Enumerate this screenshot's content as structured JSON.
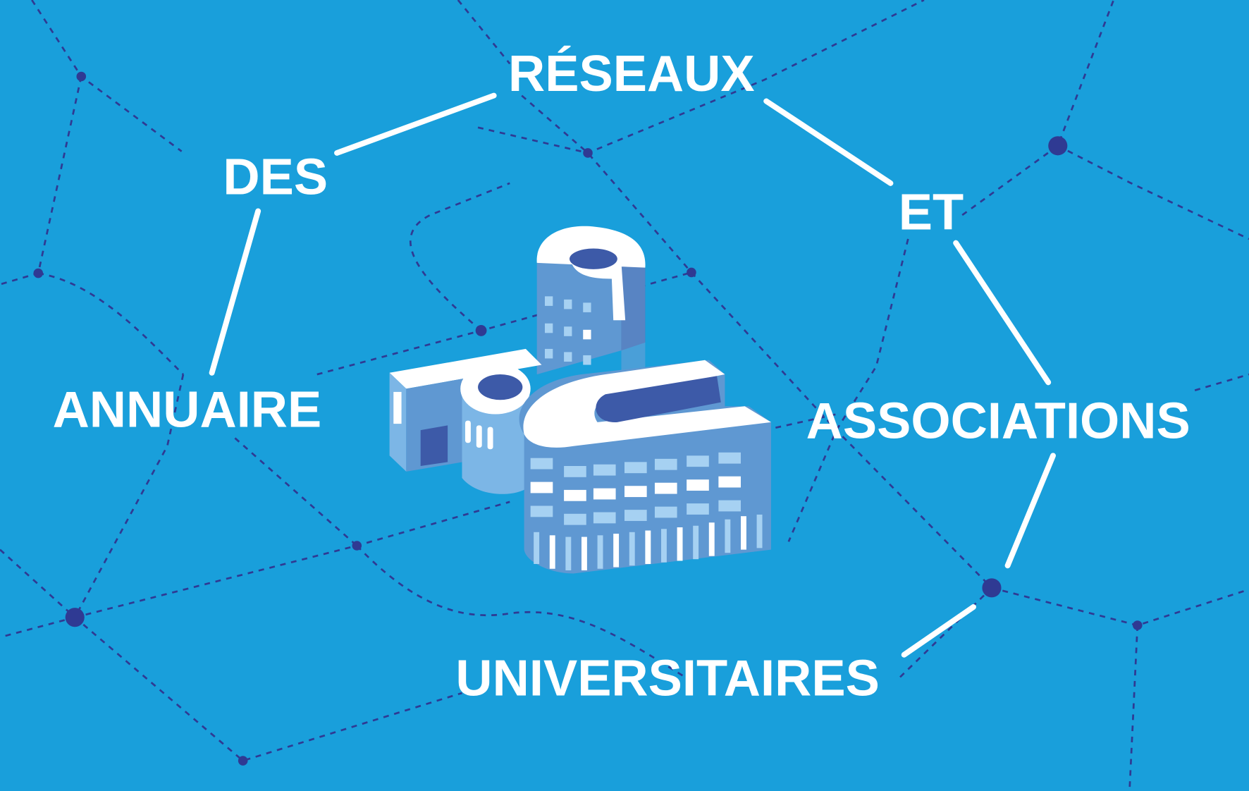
{
  "colors": {
    "background": "#199fdb",
    "network": "#2f3a93",
    "text": "#ffffff",
    "building_dark": "#3d5aa8",
    "building_mid": "#5f98d2",
    "building_light": "#a6d1f2"
  },
  "words": {
    "w1": "RÉSEAUX",
    "w2": "DES",
    "w3": "ET",
    "w4": "ANNUAIRE",
    "w5": "ASSOCIATIONS",
    "w6": "UNIVERSITAIRES"
  },
  "logo": {
    "icon": "university-building-logo"
  }
}
